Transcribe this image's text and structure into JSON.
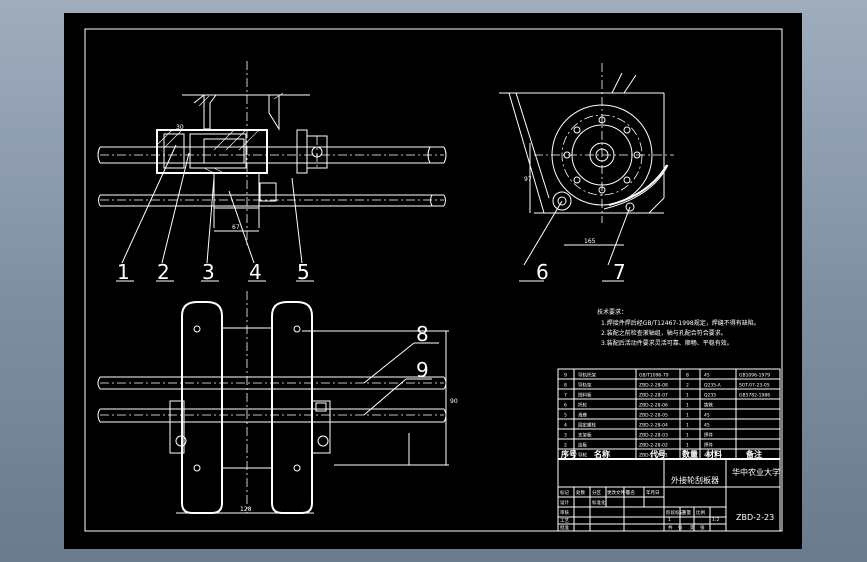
{
  "callouts": {
    "front": [
      "1",
      "2",
      "3",
      "4",
      "5"
    ],
    "side": [
      "6",
      "7"
    ],
    "top": [
      "8",
      "9"
    ]
  },
  "dimensions": {
    "d_top": "30",
    "d_front_w": "67",
    "d_side_w": "165",
    "d_side_h": "97",
    "d_top_w": "128",
    "d_top_h": "90"
  },
  "notes": {
    "title": "技术要求：",
    "lines": [
      "1.焊接件焊后经GB/T12467-1998规定，焊缝不得有缺陷。",
      "2.装配之前检查滚轴组，轴与孔配合符合要求。",
      "3.装配后活动件要求灵活可靠、顺畅、平稳有效。"
    ]
  },
  "parts_table": {
    "rows": [
      [
        "9",
        "导轨托架",
        "GB/T1096-79",
        "8",
        "45",
        "GB1096-1979"
      ],
      [
        "8",
        "导轨架",
        "ZBD-2-28-08",
        "2",
        "Q235-A",
        "SGT-07-23-05"
      ],
      [
        "7",
        "挡料板",
        "ZBD-2-28-07",
        "1",
        "Q235",
        "GB5782-1986"
      ],
      [
        "6",
        "托轮",
        "ZBD-2-28-06",
        "1",
        "铸铁",
        ""
      ],
      [
        "5",
        "滑座",
        "ZBD-2-28-05",
        "1",
        "45",
        ""
      ],
      [
        "4",
        "固定螺栓",
        "ZBD-2-28-04",
        "1",
        "45",
        ""
      ],
      [
        "3",
        "支架板",
        "ZBD-2-28-03",
        "1",
        "焊件",
        ""
      ],
      [
        "2",
        "连板",
        "ZBD-2-28-02",
        "1",
        "焊件",
        ""
      ],
      [
        "1",
        "导轮",
        "ZBD-2-28-01",
        "1",
        "45",
        ""
      ]
    ],
    "header": [
      "序号",
      "名称",
      "代号",
      "数量",
      "材料",
      "备注"
    ]
  },
  "title_block": {
    "drawing_name": "外接轮刮板器",
    "company": "华中农业大学",
    "drawing_no": "ZBD-2-23",
    "scale": "1:2",
    "sheet": "1",
    "labels": [
      "标记",
      "处数",
      "分区",
      "更改文件号",
      "签名",
      "年月日",
      "设计",
      "标准化",
      "审核",
      "工艺",
      "批准",
      "阶段标记",
      "重量",
      "比例",
      "共",
      "张",
      "第",
      "张"
    ]
  }
}
